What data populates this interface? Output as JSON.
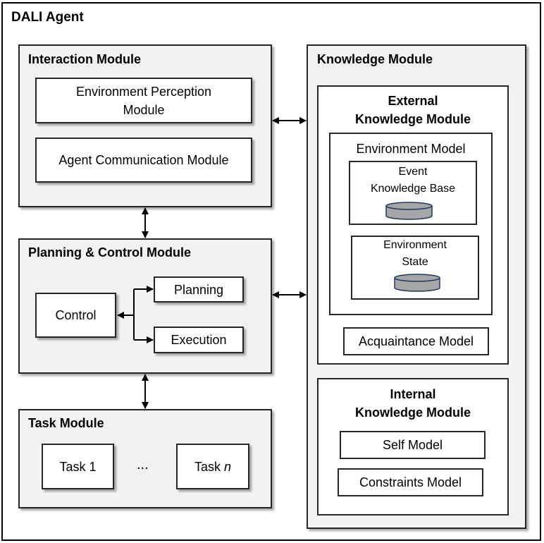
{
  "agent_title": "DALI Agent",
  "interaction": {
    "title": "Interaction Module",
    "perception_line1": "Environment Perception",
    "perception_line2": "Module",
    "communication": "Agent Communication Module"
  },
  "planning_control": {
    "title": "Planning & Control Module",
    "control": "Control",
    "planning": "Planning",
    "execution": "Execution"
  },
  "task": {
    "title": "Task Module",
    "task1": "Task 1",
    "ellipsis": "...",
    "taskn_prefix": "Task",
    "taskn_var": "n"
  },
  "knowledge": {
    "title": "Knowledge Module",
    "external_line1": "External",
    "external_line2": "Knowledge Module",
    "environment_model": "Environment Model",
    "event_kb_line1": "Event",
    "event_kb_line2": "Knowledge Base",
    "env_state_line1": "Environment",
    "env_state_line2": "State",
    "acquaintance": "Acquaintance Model",
    "internal_line1": "Internal",
    "internal_line2": "Knowledge Module",
    "self_model": "Self Model",
    "constraints_model": "Constraints Model"
  },
  "colors": {
    "panel_fill": "#f2f2f2",
    "border": "#262626",
    "database_fill": "#a6a6a6",
    "database_stroke": "#1f3864"
  },
  "icons": [
    "database-icon",
    "double-arrow"
  ]
}
